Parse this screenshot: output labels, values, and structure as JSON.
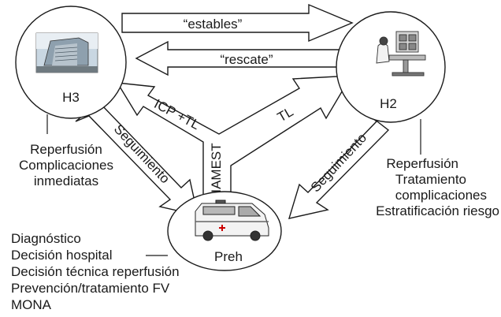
{
  "nodes": {
    "h3": {
      "label": "H3",
      "picture": "hospital-building"
    },
    "h2": {
      "label": "H2",
      "picture": "cath-lab-equipment"
    },
    "preh": {
      "label": "Preh",
      "picture": "ambulance"
    }
  },
  "arrows": {
    "estables": "“estables”",
    "rescate": "“rescate”",
    "icp_tl": "ICP +TL",
    "iamest": "IAMEST",
    "tl": "TL",
    "seguimiento_left": "Seguimiento",
    "seguimiento_right": "Seguimiento"
  },
  "notes": {
    "h3": [
      "Reperfusión",
      "Complicaciones",
      "inmediatas"
    ],
    "h2": [
      "Reperfusión",
      "Tratamiento",
      "complicaciones",
      "Estratificación riesgo"
    ],
    "preh": [
      "Diagnóstico",
      "Decisión hospital",
      "Decisión técnica reperfusión",
      "Prevención/tratamiento FV",
      "MONA"
    ]
  }
}
